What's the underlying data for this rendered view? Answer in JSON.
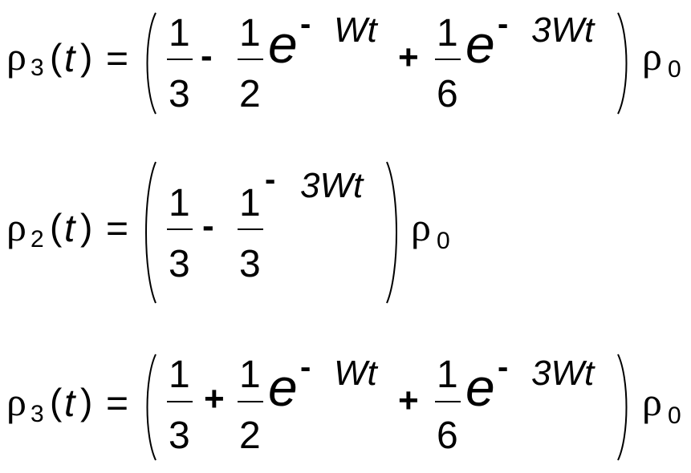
{
  "equations": [
    {
      "lhs": {
        "symbol": "ρ",
        "subscript": "3",
        "open": "(",
        "var": "t",
        "close": ")",
        "equals": "="
      },
      "terms": [
        {
          "num": "1",
          "den": "3"
        },
        {
          "op": "-"
        },
        {
          "num": "1",
          "den": "2",
          "base": "e",
          "exp_sign": "-",
          "exp": "Wt"
        },
        {
          "op": "+"
        },
        {
          "num": "1",
          "den": "6",
          "base": "e",
          "exp_sign": "-",
          "exp": "3Wt"
        }
      ],
      "rhs": {
        "symbol": "ρ",
        "subscript": "0"
      }
    },
    {
      "lhs": {
        "symbol": "ρ",
        "subscript": "2",
        "open": "(",
        "var": "t",
        "close": ")",
        "equals": "="
      },
      "terms": [
        {
          "num": "1",
          "den": "3"
        },
        {
          "op": "-"
        },
        {
          "num": "1",
          "den": "3",
          "exp_sign": "-",
          "exp": "3Wt"
        }
      ],
      "rhs": {
        "symbol": "ρ",
        "subscript": "0"
      }
    },
    {
      "lhs": {
        "symbol": "ρ",
        "subscript": "3",
        "open": "(",
        "var": "t",
        "close": ")",
        "equals": "="
      },
      "terms": [
        {
          "num": "1",
          "den": "3"
        },
        {
          "op": "+"
        },
        {
          "num": "1",
          "den": "2",
          "base": "e",
          "exp_sign": "-",
          "exp": "Wt"
        },
        {
          "op": "+"
        },
        {
          "num": "1",
          "den": "6",
          "base": "e",
          "exp_sign": "-",
          "exp": "3Wt"
        }
      ],
      "rhs": {
        "symbol": "ρ",
        "subscript": "0"
      }
    }
  ]
}
